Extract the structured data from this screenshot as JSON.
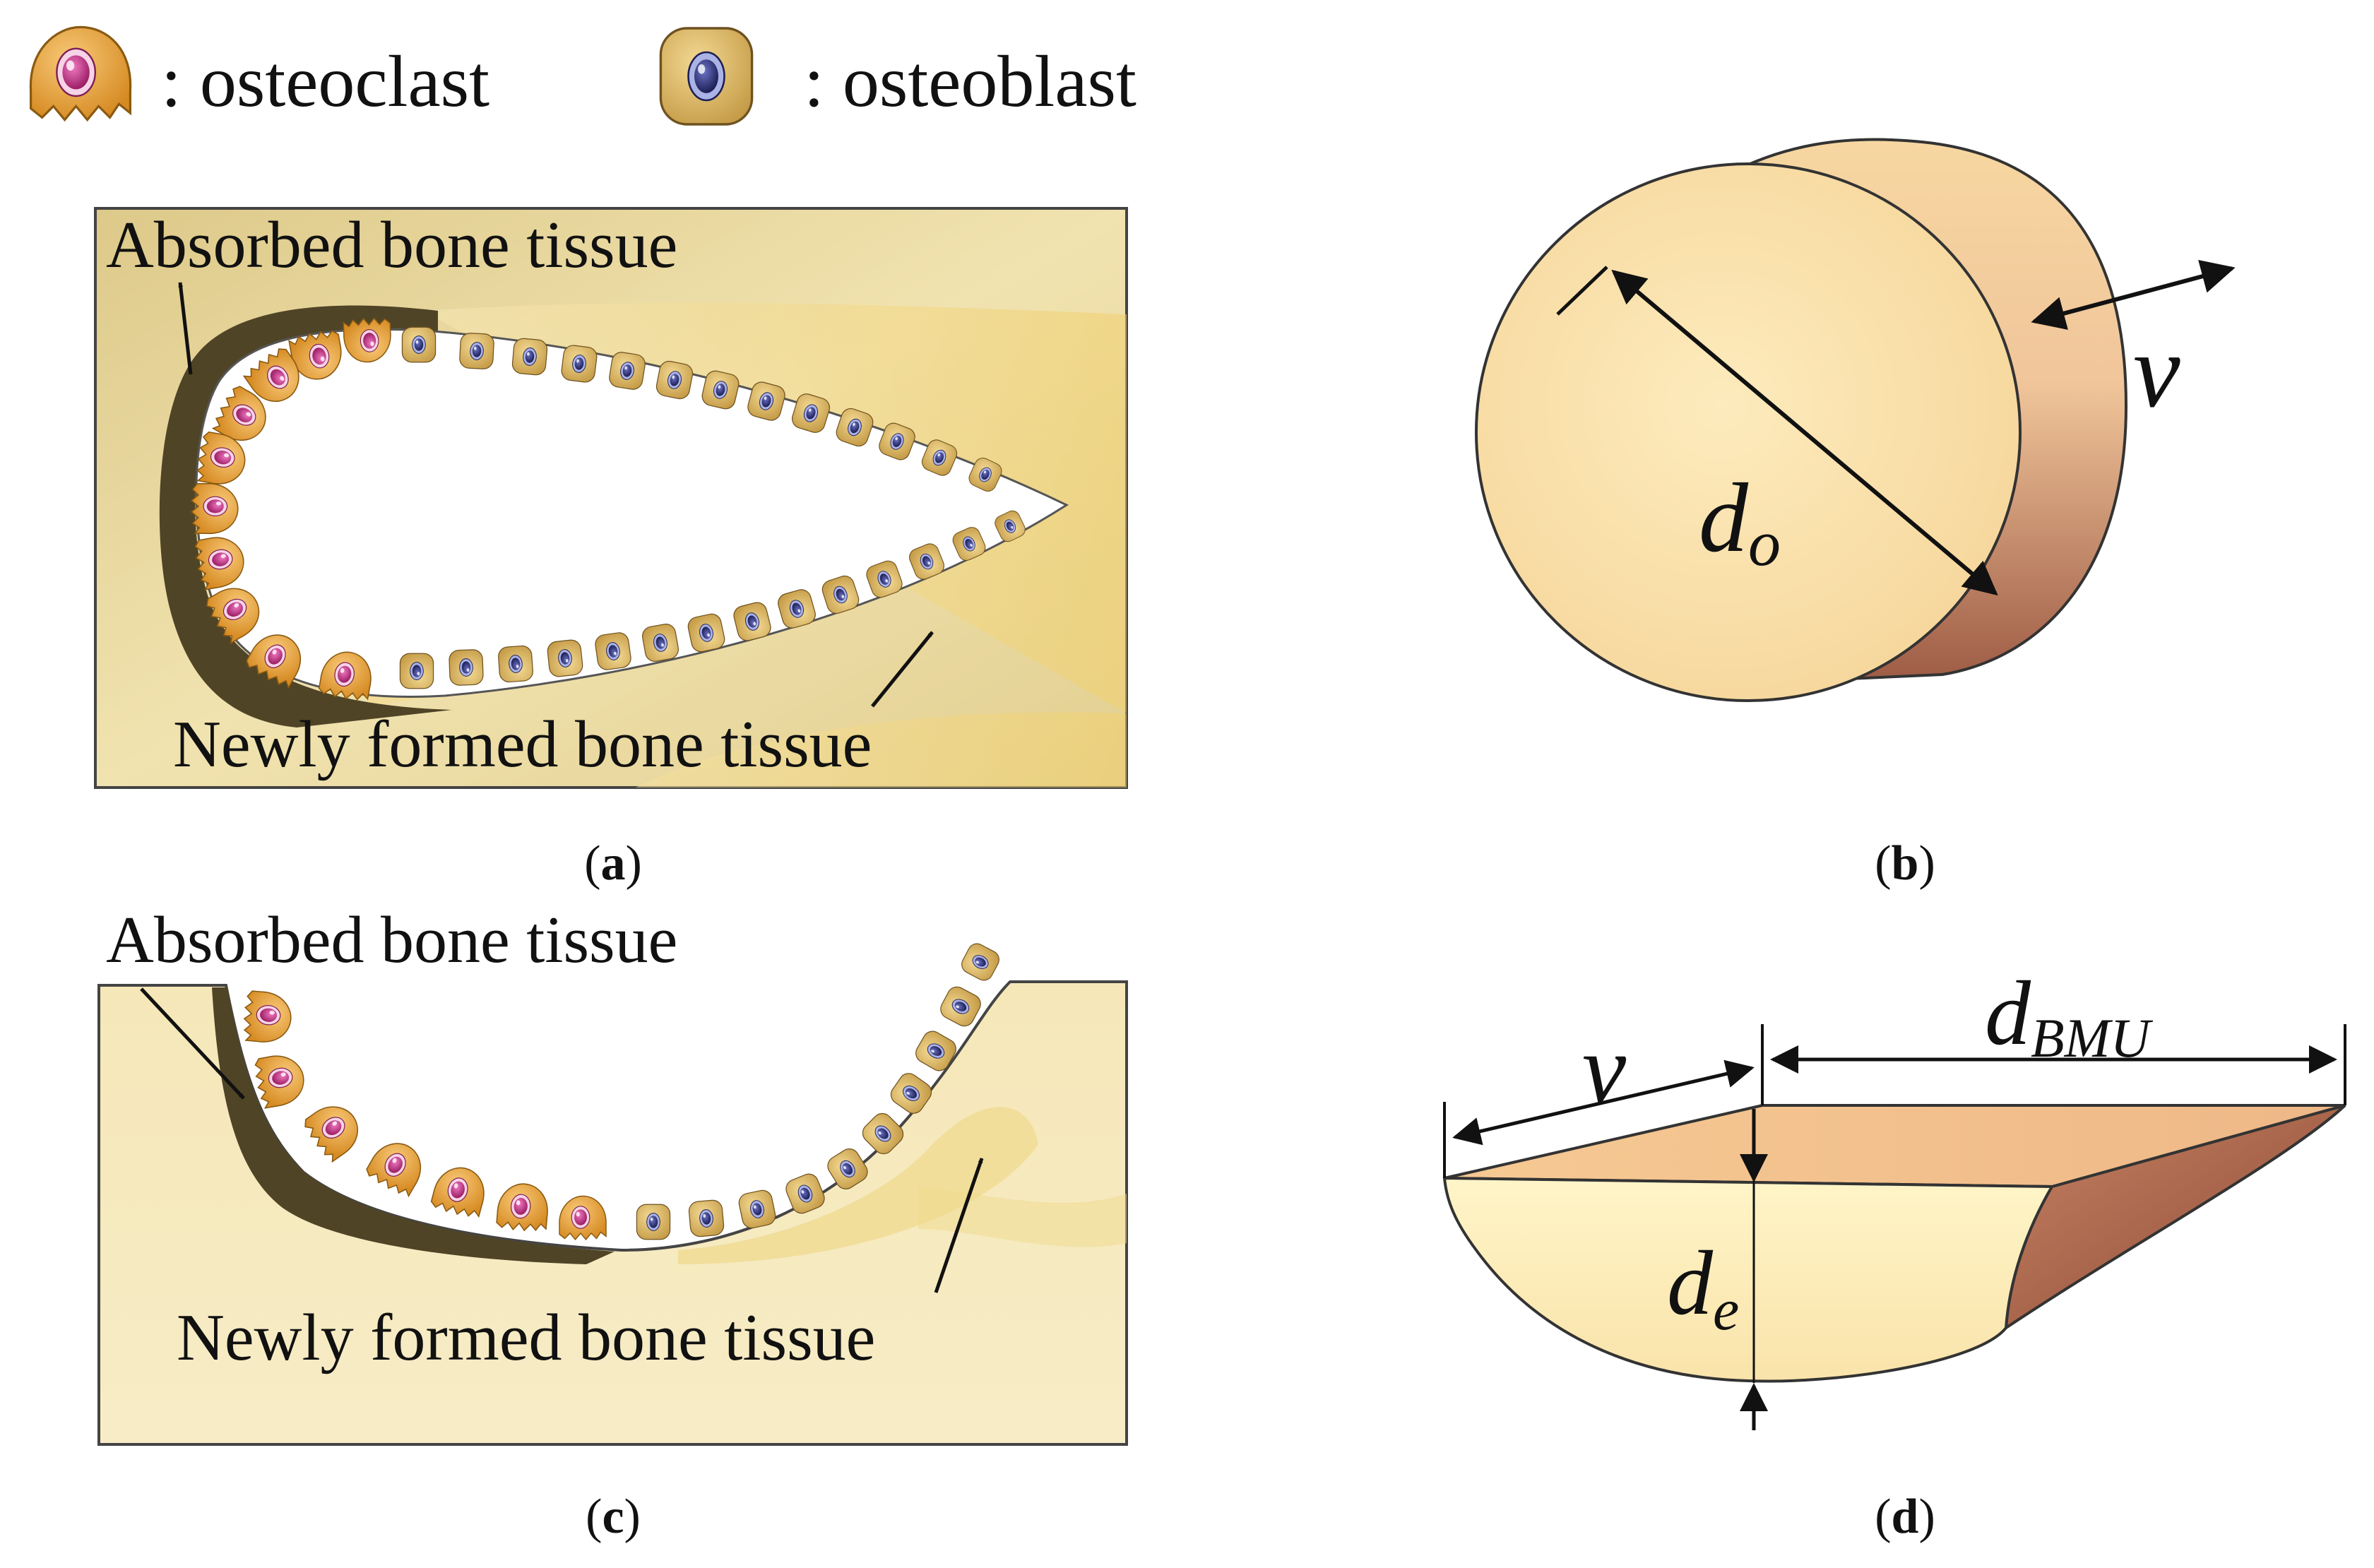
{
  "legend": {
    "osteoclast_label": ": osteoclast",
    "osteoblast_label": ": osteoblast"
  },
  "panel_a": {
    "caption_letter": "a",
    "absorbed_label": "Absorbed bone tissue",
    "newly_formed_label": "Newly formed bone tissue"
  },
  "panel_b": {
    "caption_letter": "b",
    "diameter_symbol": "d",
    "diameter_subscript": "o",
    "length_symbol": "v"
  },
  "panel_c": {
    "caption_letter": "c",
    "absorbed_label": "Absorbed bone tissue",
    "newly_formed_label": "Newly formed bone tissue"
  },
  "panel_d": {
    "caption_letter": "d",
    "length_symbol": "v",
    "width_symbol": "d",
    "width_subscript": "BMU",
    "depth_symbol": "d",
    "depth_subscript": "e"
  },
  "colors": {
    "bone_background": "#ebdb9f",
    "new_bone": "#f1d57c",
    "absorbed_bone": "#4f4426",
    "osteoclast_body": "#e6a23c",
    "osteoclast_nucleus": "#c0368a",
    "osteoblast_body": "#dcb560",
    "osteoblast_nucleus": "#2c2f72",
    "cylinder_face": "#fbe3ad",
    "cylinder_side_dark": "#a8614a",
    "wedge_top": "#f4c896",
    "wedge_face": "#fcefbe"
  }
}
